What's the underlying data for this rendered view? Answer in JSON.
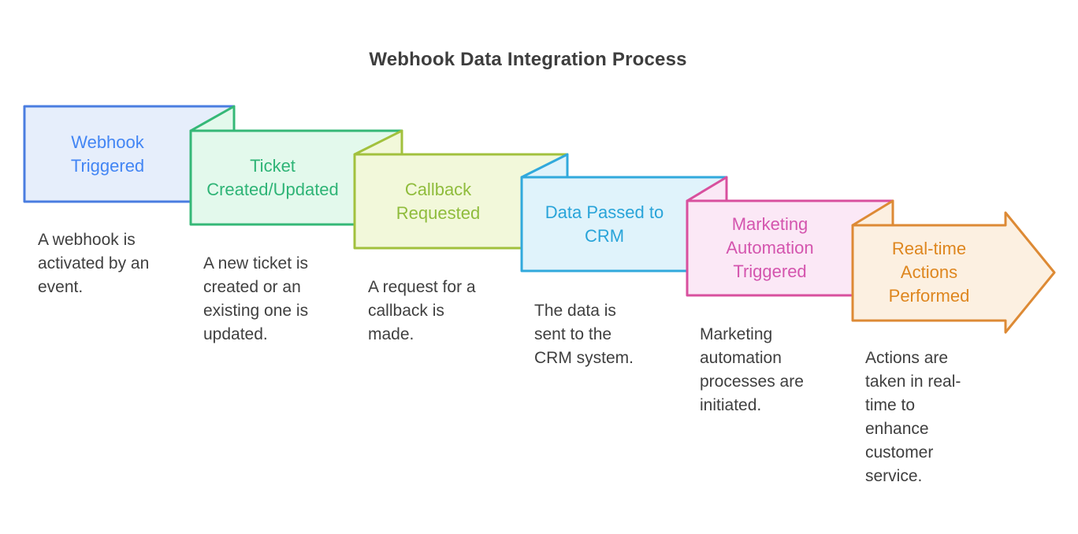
{
  "title": "Webhook Data Integration Process",
  "colors": {
    "background": "#ffffff",
    "title_text": "#3e3e3e",
    "description_text": "#3f3f3f"
  },
  "steps": [
    {
      "title": "Webhook\nTriggered",
      "description": "A webhook is\nactivated by an\nevent.",
      "border_color": "#4a7de0",
      "fill_color": "#e6eefb",
      "text_color": "#4285f4"
    },
    {
      "title": "Ticket\nCreated/Updated",
      "description": "A new ticket is\ncreated or an\nexisting one is\nupdated.",
      "border_color": "#35b877",
      "fill_color": "#e3f9ec",
      "text_color": "#2eb476"
    },
    {
      "title": "Callback\nRequested",
      "description": "A request for a\ncallback is\nmade.",
      "border_color": "#a2c13d",
      "fill_color": "#f2f8da",
      "text_color": "#8fbc3c"
    },
    {
      "title": "Data Passed to\nCRM",
      "description": "The data is\nsent to the\nCRM system.",
      "border_color": "#31a9dc",
      "fill_color": "#e0f3fb",
      "text_color": "#29a4d9"
    },
    {
      "title": "Marketing\nAutomation\nTriggered",
      "description": "Marketing\nautomation\nprocesses are\ninitiated.",
      "border_color": "#d8509e",
      "fill_color": "#fbe8f6",
      "text_color": "#d455ae"
    },
    {
      "title": "Real-time\nActions\nPerformed",
      "description": "Actions are\ntaken in real-\ntime to\nenhance\ncustomer\nservice.",
      "border_color": "#dd8a35",
      "fill_color": "#fcf0e1",
      "text_color": "#de861e"
    }
  ]
}
